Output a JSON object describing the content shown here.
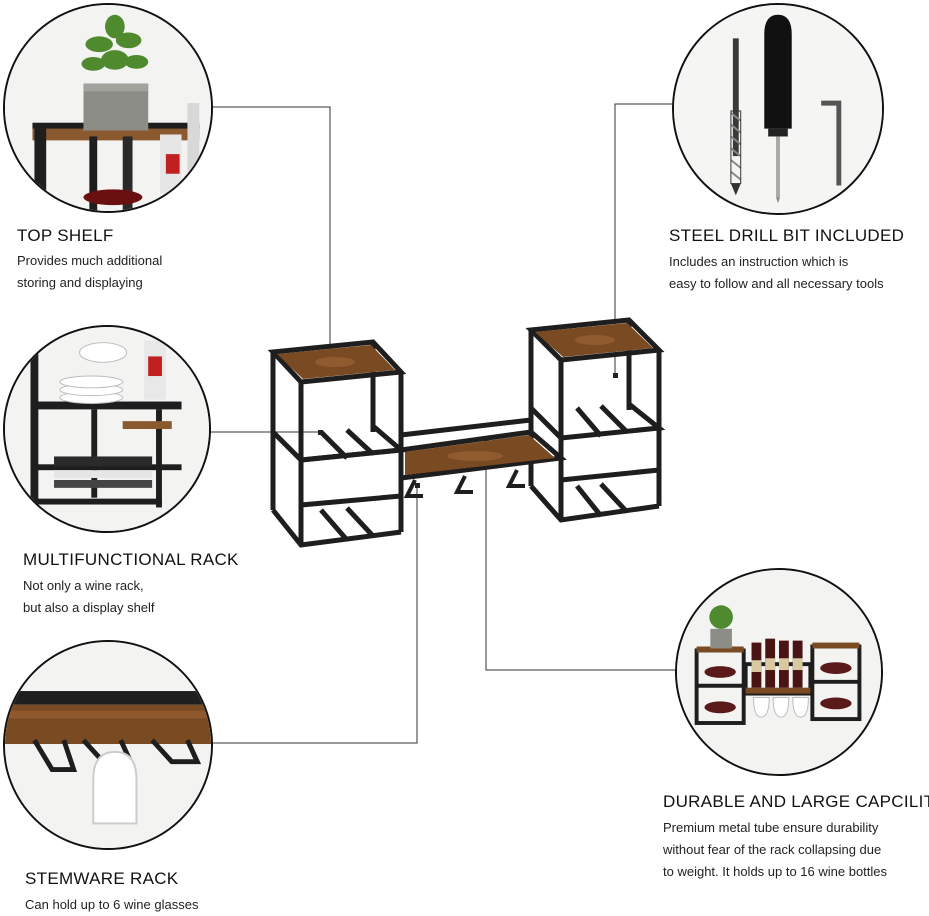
{
  "features": [
    {
      "id": "top-shelf",
      "title": "TOP SHELF",
      "lines": [
        "Provides much additional",
        "storing and displaying"
      ]
    },
    {
      "id": "multifunctional-rack",
      "title": "MULTIFUNCTIONAL RACK",
      "lines": [
        "Not only a wine rack,",
        "but also a display shelf"
      ]
    },
    {
      "id": "stemware-rack",
      "title": "STEMWARE RACK",
      "lines": [
        "Can hold up to 6 wine glasses"
      ]
    },
    {
      "id": "steel-drill-bit",
      "title": "STEEL DRILL BIT INCLUDED",
      "lines": [
        "Includes an instruction which is",
        "easy to follow and all necessary tools"
      ]
    },
    {
      "id": "durable-capacity",
      "title": "DURABLE AND LARGE CAPCILITY",
      "lines": [
        "Premium metal tube ensure durability",
        "without fear of the rack collapsing due",
        "to weight. It holds up to 16 wine bottles"
      ]
    }
  ],
  "colors": {
    "frame": "#1e1e1e",
    "wood": "#7a4a22",
    "wood_light": "#a0683a",
    "line": "#333333"
  },
  "detail_images": {
    "top-shelf": "shelf-with-potted-plant-image",
    "multifunctional-rack": "rack-with-plates-and-books-image",
    "stemware-rack": "glass-holder-closeup-image",
    "steel-drill-bit": "drill-bit-screwdriver-hex-key-image",
    "durable-capacity": "assembled-rack-with-bottles-image"
  }
}
